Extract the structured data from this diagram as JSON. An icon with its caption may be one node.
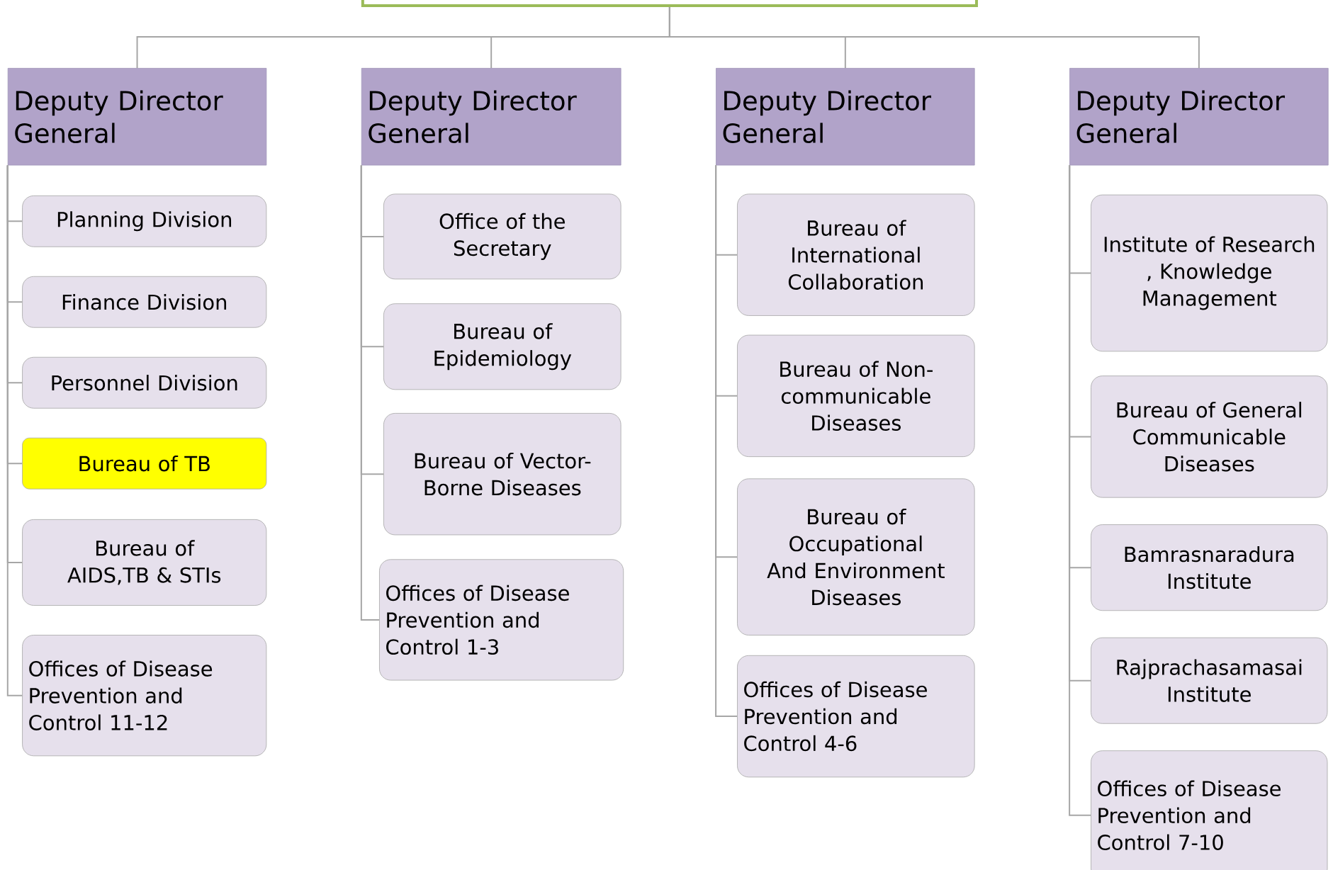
{
  "diagram": {
    "nodes": [
      {
        "text": [],
        "shape": "box"
      },
      {
        "text": [
          "Deputy Director General"
        ]
      },
      {
        "text": [
          "Planning Division"
        ]
      },
      {
        "text": [
          "Finance Division"
        ]
      },
      {
        "text": [
          "Personnel Division"
        ]
      },
      {
        "text": [
          "Bureau of TB"
        ]
      },
      {
        "text": [
          "Bureau of AIDS,TB & STIs"
        ]
      },
      {
        "text": [
          "Offices of Disease Prevention and Control 11-12"
        ]
      },
      {
        "text": [
          "Deputy Director General"
        ]
      },
      {
        "text": [
          "Office of the Secretary"
        ]
      },
      {
        "text": [
          "Bureau of Epidemiology"
        ]
      },
      {
        "text": [
          "Bureau of Vector-Borne Diseases"
        ]
      },
      {
        "text": [
          "Offices of Disease Prevention and Control 1-3"
        ]
      },
      {
        "text": [
          "Deputy Director General"
        ]
      },
      {
        "text": [
          "Bureau of International Collaboration"
        ]
      },
      {
        "text": [
          "Bureau of Non-communicable Diseases"
        ]
      },
      {
        "text": [
          "Bureau of Occupational And Environment Diseases"
        ]
      },
      {
        "text": [
          "Offices of Disease Prevention and Control 4-6"
        ]
      },
      {
        "text": [
          "Deputy Director General"
        ]
      },
      {
        "text": [
          "Institute of Research , Knowledge Management"
        ]
      },
      {
        "text": [
          "Bureau of General Communicable Diseases"
        ]
      },
      {
        "text": [
          "Bamrasnaradura Institute"
        ]
      },
      {
        "text": [
          "Rajprachasamasai Institute"
        ]
      },
      {
        "text": [
          "Offices of Disease Prevention and Control 7-10"
        ]
      }
    ],
    "edges": [
      {
        "from": 0,
        "to": 1,
        "arrow": "none"
      },
      {
        "from": 0,
        "to": 8,
        "arrow": "none"
      },
      {
        "from": 0,
        "to": 13,
        "arrow": "none"
      },
      {
        "from": 0,
        "to": 18,
        "arrow": "none"
      },
      {
        "from": 1,
        "to": 2,
        "arrow": "none"
      },
      {
        "from": 1,
        "to": 3,
        "arrow": "none"
      },
      {
        "from": 1,
        "to": 4,
        "arrow": "none"
      },
      {
        "from": 1,
        "to": 5,
        "arrow": "none"
      },
      {
        "from": 1,
        "to": 6,
        "arrow": "none"
      },
      {
        "from": 1,
        "to": 7,
        "arrow": "none"
      },
      {
        "from": 8,
        "to": 9,
        "arrow": "none"
      },
      {
        "from": 8,
        "to": 10,
        "arrow": "none"
      },
      {
        "from": 8,
        "to": 11,
        "arrow": "none"
      },
      {
        "from": 8,
        "to": 12,
        "arrow": "none"
      },
      {
        "from": 13,
        "to": 14,
        "arrow": "none"
      },
      {
        "from": 13,
        "to": 15,
        "arrow": "none"
      },
      {
        "from": 13,
        "to": 16,
        "arrow": "none"
      },
      {
        "from": 13,
        "to": 17,
        "arrow": "none"
      },
      {
        "from": 18,
        "to": 19,
        "arrow": "none"
      },
      {
        "from": 18,
        "to": 20,
        "arrow": "none"
      },
      {
        "from": 18,
        "to": 21,
        "arrow": "none"
      },
      {
        "from": 18,
        "to": 22,
        "arrow": "none"
      },
      {
        "from": 18,
        "to": 23,
        "arrow": "none"
      }
    ]
  }
}
